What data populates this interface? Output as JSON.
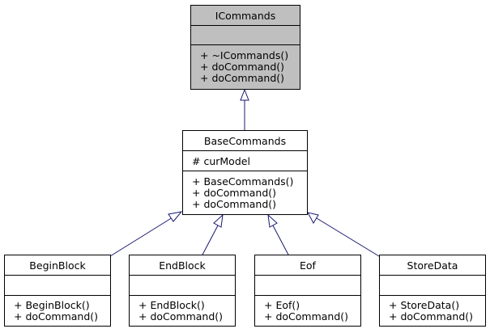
{
  "classes": {
    "icommands": {
      "name": "ICommands",
      "attributes": [],
      "methods": [
        "+ ~ICommands()",
        "+ doCommand()",
        "+ doCommand()"
      ]
    },
    "basecommands": {
      "name": "BaseCommands",
      "attributes": [
        "# curModel"
      ],
      "methods": [
        "+ BaseCommands()",
        "+ doCommand()",
        "+ doCommand()"
      ]
    },
    "beginblock": {
      "name": "BeginBlock",
      "attributes": [],
      "methods": [
        "+ BeginBlock()",
        "+ doCommand()"
      ]
    },
    "endblock": {
      "name": "EndBlock",
      "attributes": [],
      "methods": [
        "+ EndBlock()",
        "+ doCommand()"
      ]
    },
    "eof": {
      "name": "Eof",
      "attributes": [],
      "methods": [
        "+ Eof()",
        "+ doCommand()"
      ]
    },
    "storedata": {
      "name": "StoreData",
      "attributes": [],
      "methods": [
        "+ StoreData()",
        "+ doCommand()"
      ]
    }
  },
  "colors": {
    "edge": "#191970",
    "highlight_fill": "#bfbfbf",
    "border": "#000000"
  }
}
